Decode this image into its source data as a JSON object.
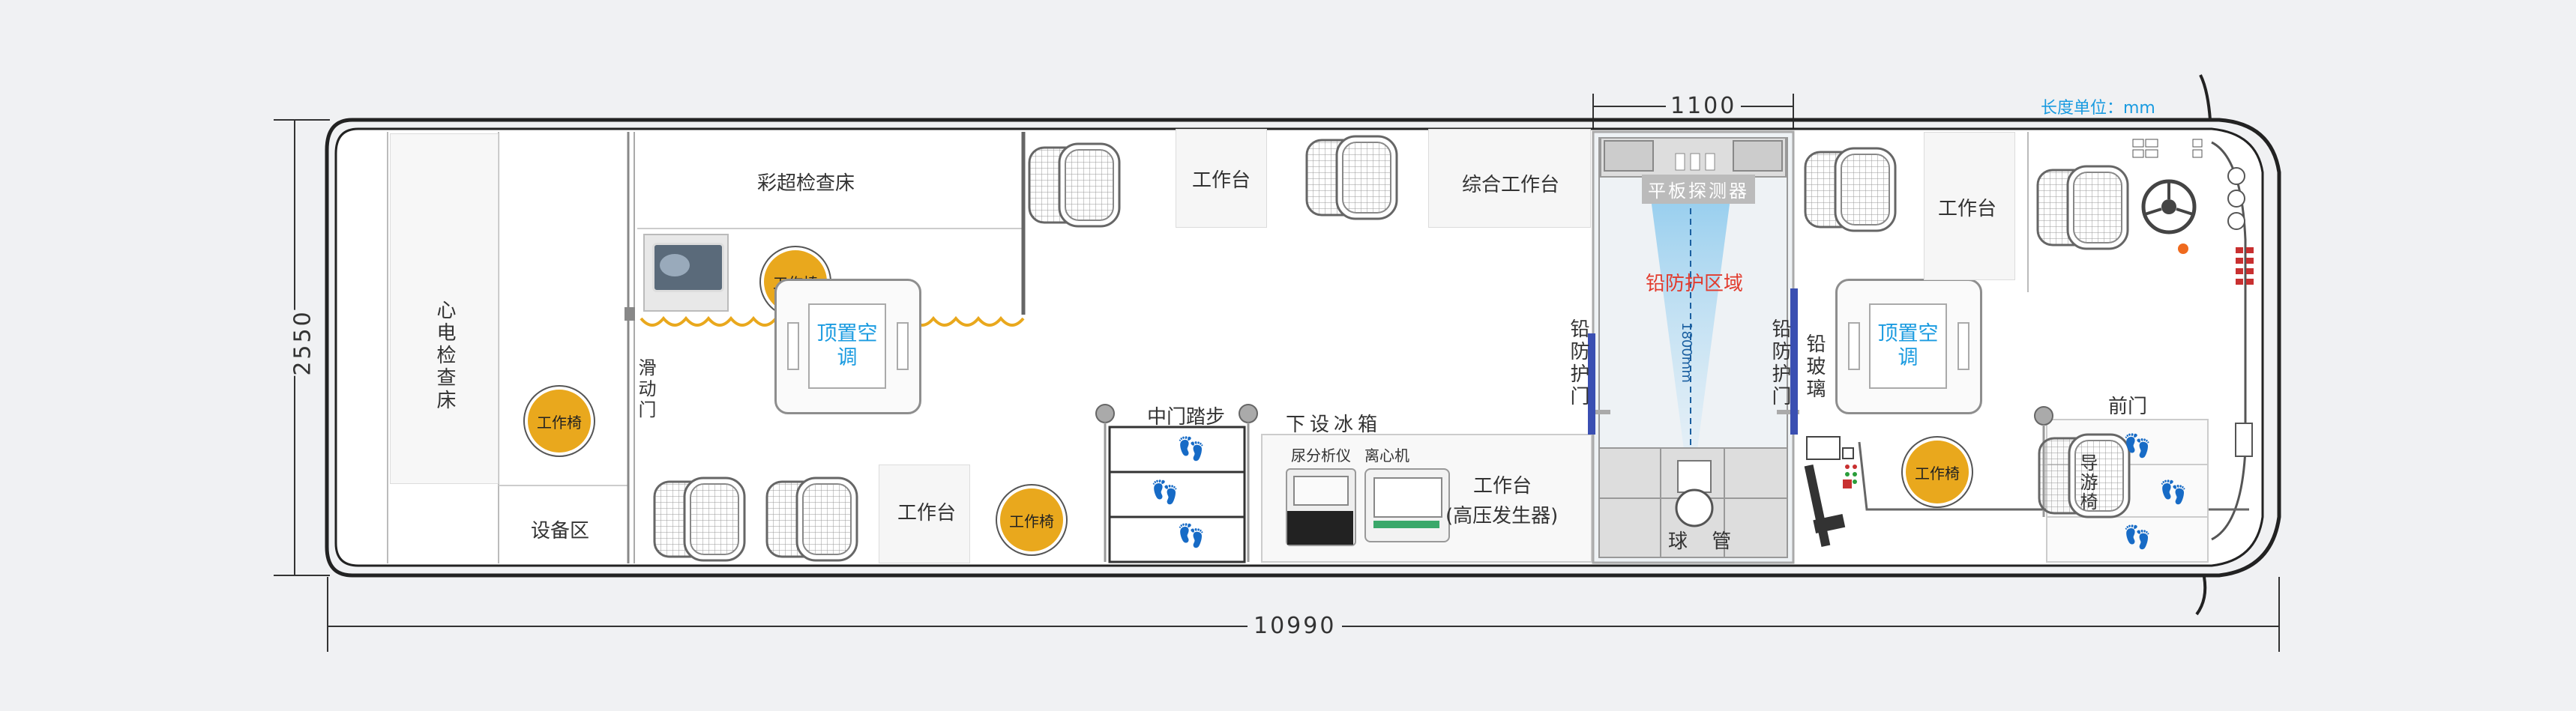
{
  "dimensions": {
    "length": "10990",
    "width": "2550",
    "detector_span": "1100",
    "unit_label": "长度单位：mm"
  },
  "areas": {
    "ecg_bed": "心电检查床",
    "equipment_zone": "设备区",
    "sliding_door": "滑动门",
    "ultrasound_bed": "彩超检查床",
    "workbench": "工作台",
    "combined_workbench": "综合工作台",
    "flat_panel_detector": "平板探测器",
    "lead_protection_zone": "铅防护区域",
    "beam_height": "1800mm",
    "lead_door": "铅防护门",
    "lead_glass": "铅玻璃",
    "lead_guard": "铅防护门",
    "xray_tube": "球 管",
    "middle_step": "中门踏步",
    "fridge_below": "下设冰箱",
    "urine_analyzer": "尿分析仪",
    "centrifuge": "离心机",
    "hv_workbench_line1": "工作台",
    "hv_workbench_line2": "(高压发生器)",
    "front_door": "前门",
    "guide_seat": "导游椅",
    "roof_ac": "顶置空调",
    "work_chair": "工作椅"
  },
  "colors": {
    "accent_blue": "#1a9be0",
    "lead_red": "#e23b2d",
    "stool_orange": "#e9a81d",
    "lead_blue": "#3a4fb2"
  }
}
